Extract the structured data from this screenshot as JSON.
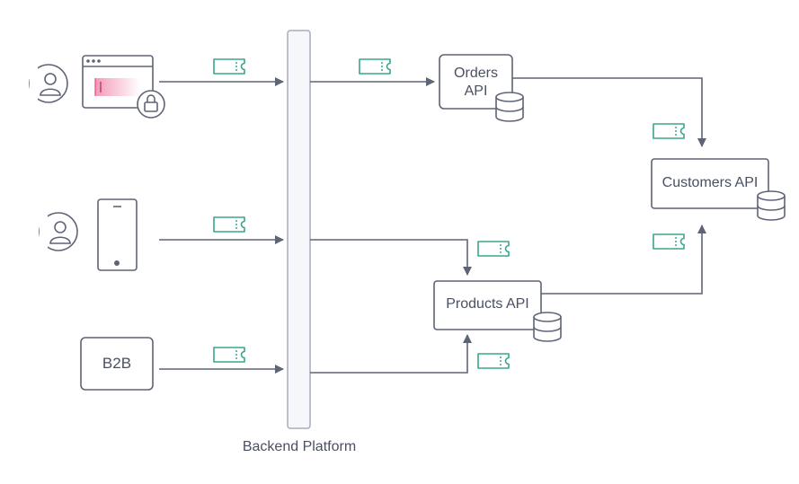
{
  "diagram": {
    "platform_label": "Backend Platform",
    "b2b_label": "B2B",
    "orders_api": {
      "line1": "Orders",
      "line2": "API"
    },
    "products_api_label": "Products API",
    "customers_api_label": "Customers API"
  },
  "colors": {
    "stroke": "#5e6476",
    "platform_fill": "#f6f7fa",
    "platform_stroke": "#a8acb9",
    "token": "#3aa58c",
    "highlight": "#e8497f"
  },
  "icons": {
    "user": "user-icon",
    "browser": "browser-icon",
    "lock": "lock-icon",
    "phone": "mobile-phone-icon",
    "database": "database-icon",
    "token": "ticket-token-icon"
  }
}
